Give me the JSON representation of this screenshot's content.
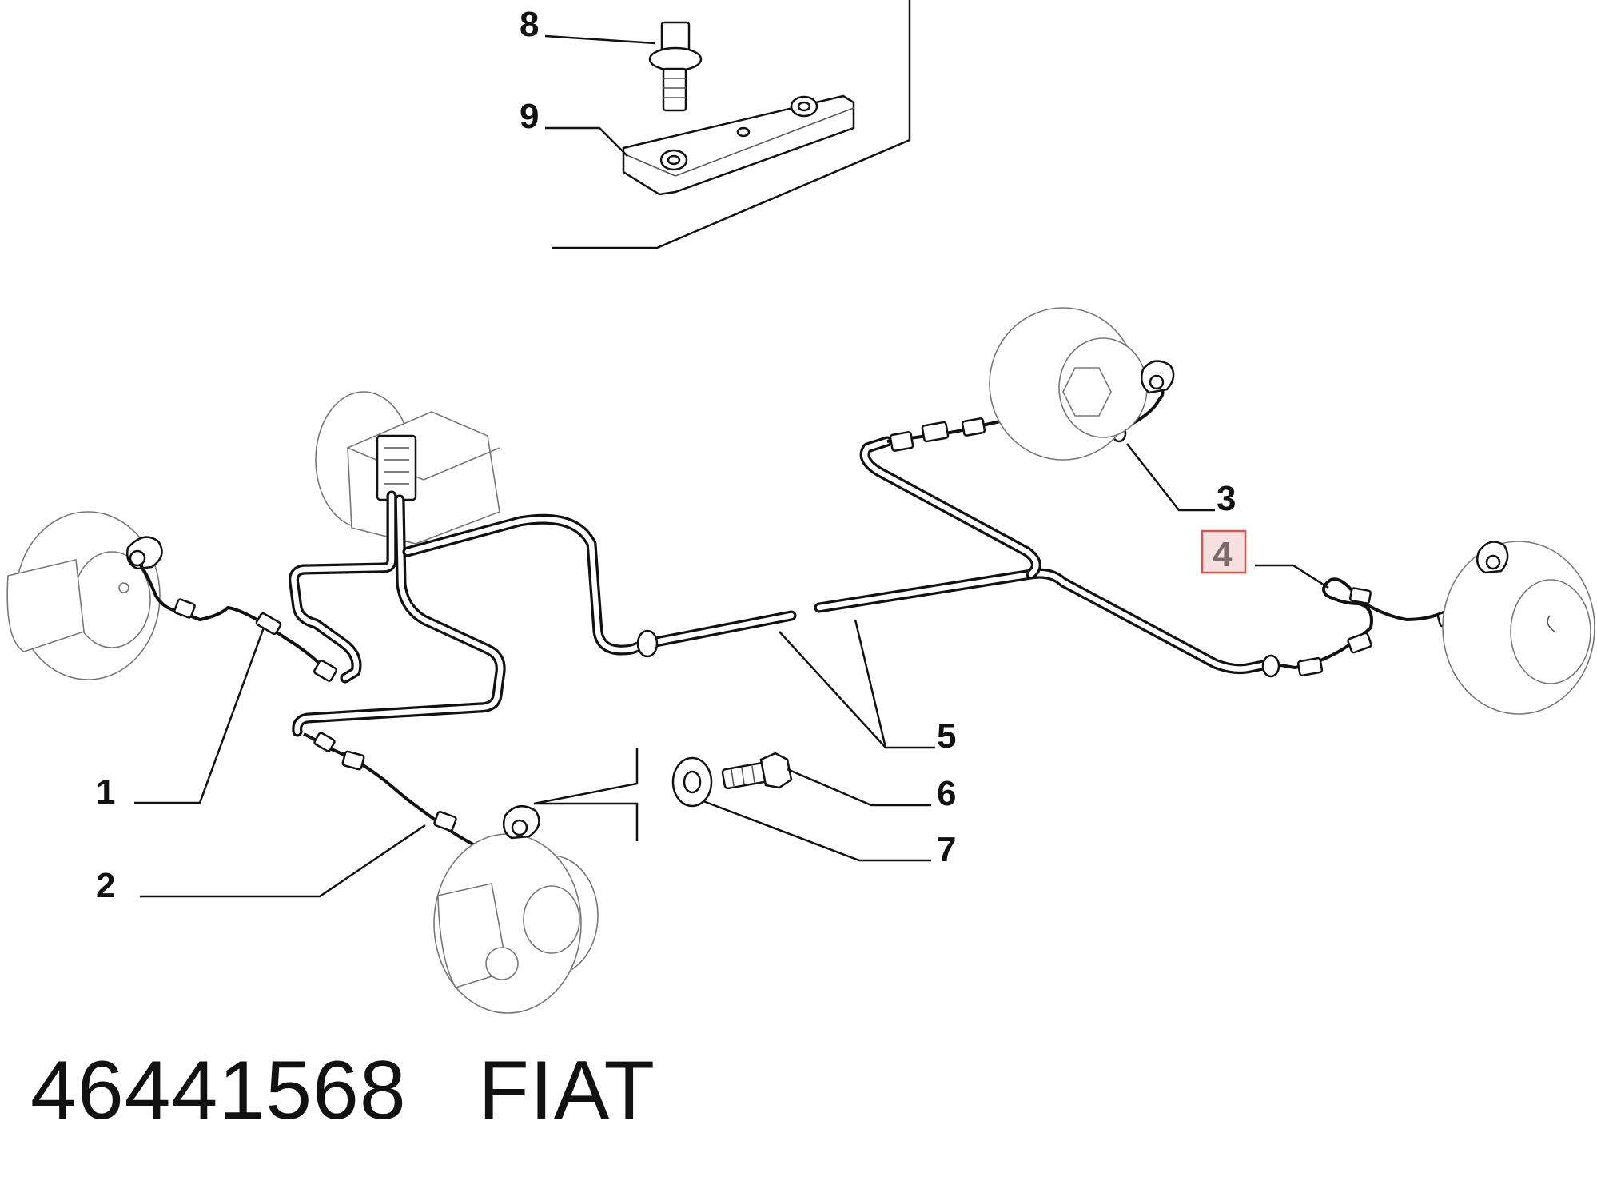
{
  "diagram": {
    "callouts": [
      {
        "id": "1",
        "label": "1"
      },
      {
        "id": "2",
        "label": "2"
      },
      {
        "id": "3",
        "label": "3"
      },
      {
        "id": "4",
        "label": "4",
        "highlighted": true
      },
      {
        "id": "5",
        "label": "5"
      },
      {
        "id": "6",
        "label": "6"
      },
      {
        "id": "7",
        "label": "7"
      },
      {
        "id": "8",
        "label": "8"
      },
      {
        "id": "9",
        "label": "9"
      }
    ],
    "highlight_color": "#d9534f"
  },
  "footer": {
    "part_number": "46441568",
    "brand": "FIAT"
  }
}
